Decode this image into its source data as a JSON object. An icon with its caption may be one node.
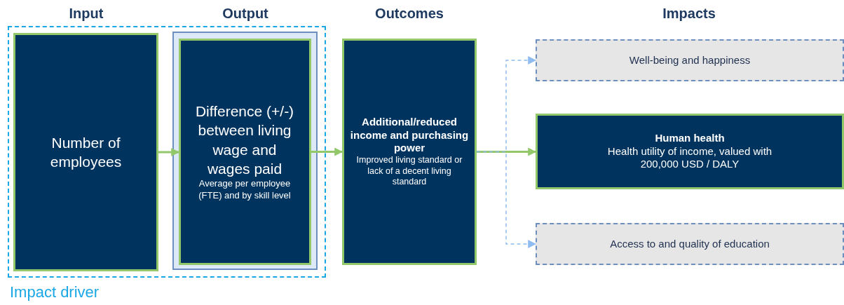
{
  "diagram": {
    "nodes": [
      {
        "text": [],
        "shape": "box",
        "beside": [
          "Impact driver"
        ]
      },
      {
        "text": [
          "Number of employees"
        ],
        "in": 0
      },
      {
        "text": [],
        "shape": "box",
        "in": 0
      },
      {
        "text": [
          "Difference (+/-) between living wage and wages paid",
          "Average per employee (FTE) and by skill level"
        ],
        "in": 2
      },
      {
        "text": [
          "Additional/reduced income and purchasing power",
          "Improved living standard or lack of a decent living standard"
        ]
      },
      {
        "text": [
          "Well-being and happiness"
        ]
      },
      {
        "text": [
          "Human health",
          "Health utility of income, valued with 200,000 USD / DALY"
        ]
      },
      {
        "text": [
          "Access to and quality of education"
        ]
      }
    ],
    "edges": [
      {
        "from": 1,
        "to": 3,
        "arrow": "to",
        "color": "#92c86a"
      },
      {
        "from": 3,
        "to": 4,
        "arrow": "to",
        "color": "#92c86a"
      },
      {
        "from": 4,
        "to": 5,
        "arrow": "to",
        "style": "dashed",
        "color": "#8fbcf0"
      },
      {
        "from": 4,
        "to": 6,
        "arrow": "to",
        "color": "#92c86a"
      },
      {
        "from": 4,
        "to": 7,
        "arrow": "to",
        "style": "dashed",
        "color": "#8fbcf0"
      }
    ],
    "labels": [
      "Input",
      "Output",
      "Outcomes",
      "Impacts"
    ]
  }
}
